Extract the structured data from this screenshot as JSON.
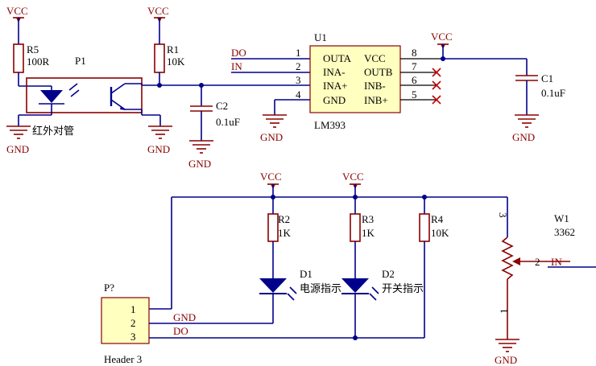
{
  "vcc_labels": {
    "r5": "VCC",
    "r1": "VCC",
    "u1": "VCC",
    "r2": "VCC",
    "r3": "VCC"
  },
  "gnd_labels": {
    "p1_left": "GND",
    "p1_right": "GND",
    "c2": "GND",
    "u1": "GND",
    "c1": "GND",
    "w1": "GND"
  },
  "resistors": {
    "r5": {
      "ref": "R5",
      "value": "100R"
    },
    "r1": {
      "ref": "R1",
      "value": "10K"
    },
    "r2": {
      "ref": "R2",
      "value": "1K"
    },
    "r3": {
      "ref": "R3",
      "value": "1K"
    },
    "r4": {
      "ref": "R4",
      "value": "10K"
    }
  },
  "capacitors": {
    "c1": {
      "ref": "C1",
      "value": "0.1uF"
    },
    "c2": {
      "ref": "C2",
      "value": "0.1uF"
    }
  },
  "p1": {
    "ref": "P1",
    "name": "红外对管"
  },
  "u1": {
    "ref": "U1",
    "part": "LM393",
    "left_pins": [
      {
        "num": "1",
        "name": "OUTA"
      },
      {
        "num": "2",
        "name": "INA-"
      },
      {
        "num": "3",
        "name": "INA+"
      },
      {
        "num": "4",
        "name": "GND"
      }
    ],
    "right_pins": [
      {
        "num": "8",
        "name": "VCC"
      },
      {
        "num": "7",
        "name": "OUTB"
      },
      {
        "num": "6",
        "name": "INB-"
      },
      {
        "num": "5",
        "name": "INB+"
      }
    ]
  },
  "nets": {
    "do_top": "DO",
    "in_top": "IN",
    "gnd_hdr": "GND",
    "do_hdr": "DO",
    "in_w1": "IN"
  },
  "diodes": {
    "d1": {
      "ref": "D1",
      "name": "电源指示"
    },
    "d2": {
      "ref": "D2",
      "name": "开关指示"
    }
  },
  "header": {
    "ref": "P?",
    "part": "Header 3",
    "pins": [
      "1",
      "2",
      "3"
    ]
  },
  "w1": {
    "ref": "W1",
    "part": "3362",
    "pin3": "3",
    "pin2": "2",
    "pin1": "1"
  }
}
